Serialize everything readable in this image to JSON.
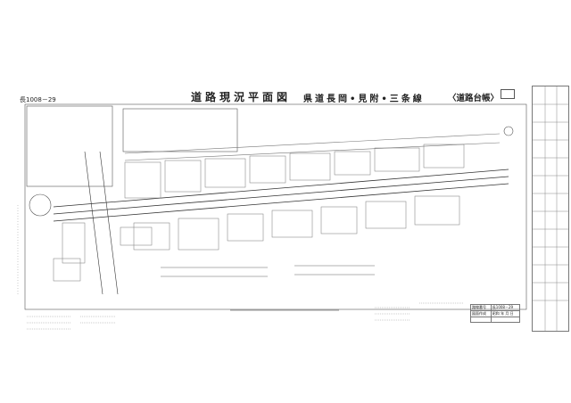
{
  "document": {
    "id": "長1008－29",
    "title": "道路現況平面図",
    "route": "県道長岡•見附•三条線",
    "ledger_label": "〈道路台帳〉"
  },
  "info_table": {
    "rows": [
      [
        "路線番号",
        "長1008－29"
      ],
      [
        "図面作成",
        "昭和 年 月 日"
      ],
      [
        "",
        ""
      ]
    ]
  }
}
